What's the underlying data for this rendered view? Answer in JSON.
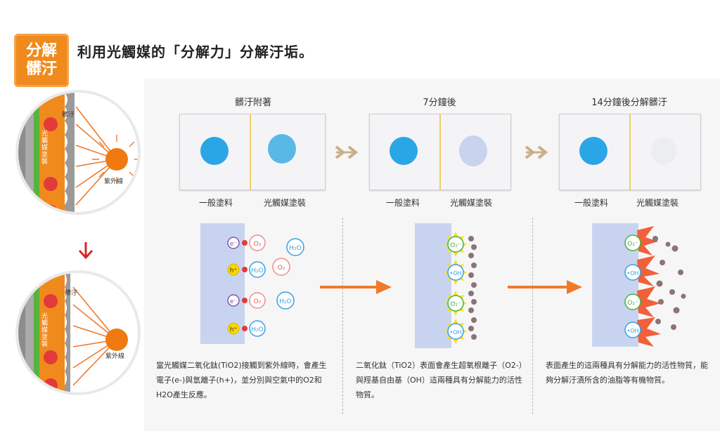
{
  "badge": {
    "line1": "分解",
    "line2": "髒汙"
  },
  "headline": "利用光觸媒的「分解力」分解汙垢。",
  "steps": [
    {
      "title": "髒汙附著",
      "left_label": "一般塗料",
      "right_label": "光觸媒塗裝"
    },
    {
      "title": "7分鐘後",
      "left_label": "一般塗料",
      "right_label": "光觸媒塗裝"
    },
    {
      "title": "14分鐘後分解髒汙",
      "left_label": "一般塗料",
      "right_label": "光觸媒塗裝"
    }
  ],
  "side_diagram": {
    "dirt_label": "髒汙",
    "uv_label": "紫外線",
    "coating_label": "光觸媒塗裝"
  },
  "mechanism": {
    "stage1": {
      "rows": [
        {
          "carrier": "e⁻",
          "product": "O₂",
          "extra": "H₂O"
        },
        {
          "carrier": "h⁺",
          "product": "H₂O",
          "extra": "O₂"
        },
        {
          "carrier": "e⁻",
          "product": "O₂",
          "extra": "H₂O"
        },
        {
          "carrier": "h⁺",
          "product": "H₂O",
          "extra": ""
        }
      ]
    },
    "stage2": {
      "radicals": [
        "O₂⁻",
        "•OH",
        "O₂⁻",
        "•OH"
      ]
    },
    "stage3": {
      "radicals": [
        "O₂⁻",
        "•OH",
        "O₂⁻",
        "•OH"
      ]
    }
  },
  "descriptions": [
    "當光觸媒二氧化鈦(TiO2)接觸到紫外線時，會產生電子(e-)與氫離子(h+)，並分別與空氣中的O2和H2O產生反應。",
    "二氧化鈦（TiO2）表面會產生超氧根離子（O2-）與羥基自由基（OH）這兩種具有分解能力的活性物質。",
    "表面產生的這兩種具有分解能力的活性物質，能夠分解汙漬所含的油脂等有機物質。"
  ],
  "colors": {
    "badge": "#f08a1d",
    "arrow_orange": "#f07a2a",
    "arrow_tan": "#c8b088",
    "down_arrow": "#d9262a",
    "coating_green": "#58b33e",
    "coating_orange": "#f08a1d",
    "panel_blue": "#c8d4ef"
  }
}
